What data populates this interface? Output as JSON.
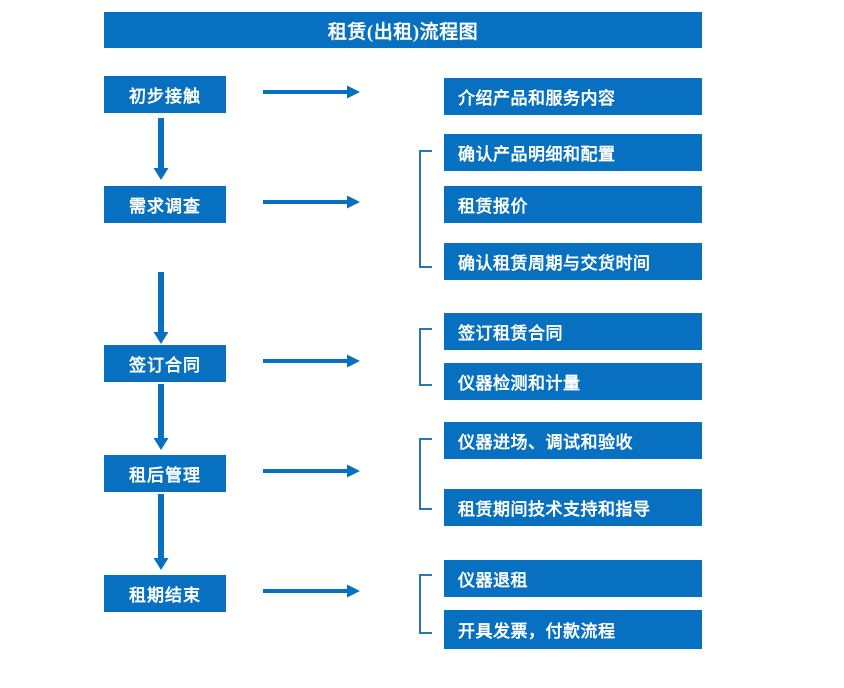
{
  "diagram": {
    "title": "租赁(出租)流程图",
    "accent_color": "#0770C0",
    "bracket_color": "#2E74B5",
    "text_color": "#FFFFFF",
    "background_color": "#FFFFFF",
    "stages": [
      {
        "id": "stage-1",
        "label": "初步接触",
        "arrow_icon": "right-arrow-icon",
        "has_bracket": false,
        "details": [
          {
            "label": "介绍产品和服务内容"
          }
        ]
      },
      {
        "id": "stage-2",
        "label": "需求调查",
        "arrow_icon": "right-arrow-icon",
        "has_bracket": true,
        "details": [
          {
            "label": "确认产品明细和配置"
          },
          {
            "label": "租赁报价"
          },
          {
            "label": "确认租赁周期与交货时间"
          }
        ]
      },
      {
        "id": "stage-3",
        "label": "签订合同",
        "arrow_icon": "right-arrow-icon",
        "has_bracket": true,
        "details": [
          {
            "label": "签订租赁合同"
          },
          {
            "label": "仪器检测和计量"
          }
        ]
      },
      {
        "id": "stage-4",
        "label": "租后管理",
        "arrow_icon": "right-arrow-icon",
        "has_bracket": true,
        "details": [
          {
            "label": "仪器进场、调试和验收"
          },
          {
            "label": "租赁期间技术支持和指导"
          }
        ]
      },
      {
        "id": "stage-5",
        "label": "租期结束",
        "arrow_icon": "right-arrow-icon",
        "has_bracket": true,
        "details": [
          {
            "label": "仪器退租"
          },
          {
            "label": "开具发票，付款流程"
          }
        ]
      }
    ],
    "flow_connectors": [
      {
        "from": "初步接触",
        "to": "需求调查",
        "icon": "down-arrow-icon"
      },
      {
        "from": "需求调查",
        "to": "签订合同",
        "icon": "down-arrow-icon"
      },
      {
        "from": "签订合同",
        "to": "租后管理",
        "icon": "down-arrow-icon"
      },
      {
        "from": "租后管理",
        "to": "租期结束",
        "icon": "down-arrow-icon"
      }
    ]
  }
}
